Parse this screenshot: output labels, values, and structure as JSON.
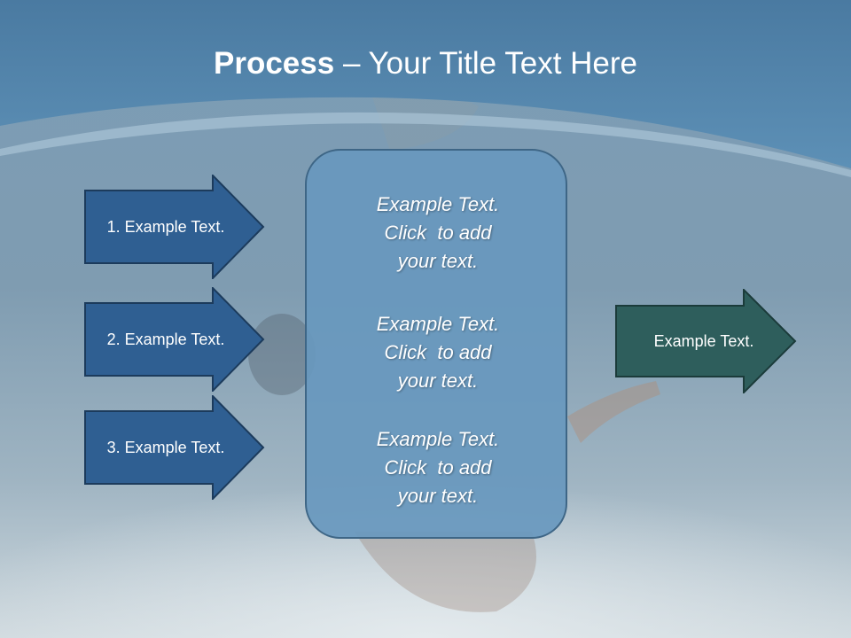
{
  "title": {
    "bold": "Process",
    "rest": " – Your Title Text Here"
  },
  "inputs": [
    {
      "label": "1. Example Text."
    },
    {
      "label": "2. Example Text."
    },
    {
      "label": "3. Example Text."
    }
  ],
  "center": [
    {
      "lines": [
        "Example Text.",
        "Click  to add",
        "your text."
      ]
    },
    {
      "lines": [
        "Example Text.",
        "Click  to add",
        "your text."
      ]
    },
    {
      "lines": [
        "Example Text.",
        "Click  to add",
        "your text."
      ]
    }
  ],
  "output": {
    "label": "Example Text."
  },
  "colors": {
    "input_arrow": "#2f5f92",
    "input_arrow_border": "#1c3b5c",
    "output_arrow": "#2e5e5c",
    "output_arrow_border": "#1b3b3a",
    "center_box": "#6898be",
    "header": "#5283aa"
  }
}
